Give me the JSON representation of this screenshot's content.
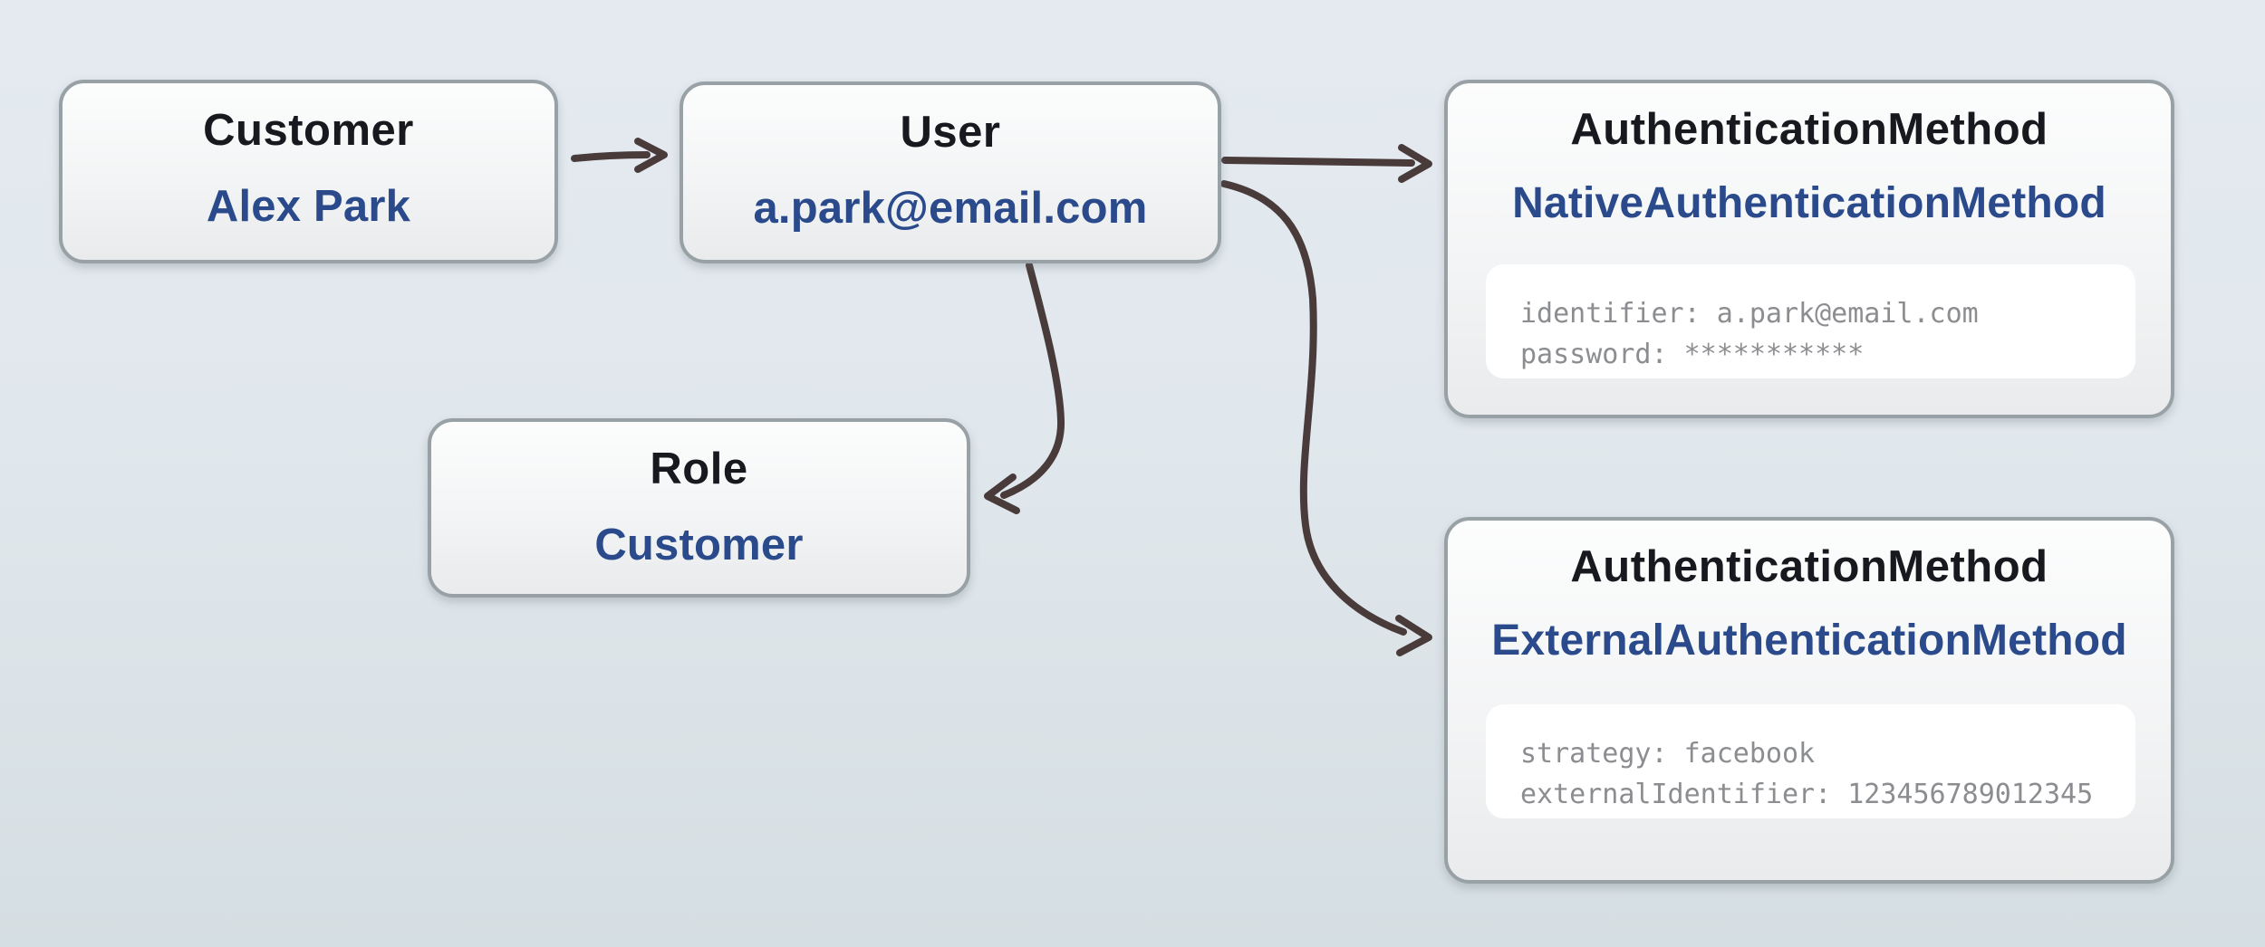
{
  "diagram": {
    "background_color": "#e3e9ee",
    "arrow_color": "#4a3b3b",
    "title_color": "#17191e",
    "value_color": "#2a4a8c",
    "attribute_color": "#8b8d90",
    "nodes": {
      "customer": {
        "title": "Customer",
        "value": "Alex Park"
      },
      "user": {
        "title": "User",
        "value": "a.park@email.com"
      },
      "role": {
        "title": "Role",
        "value": "Customer"
      },
      "native_auth": {
        "title": "AuthenticationMethod",
        "value": "NativeAuthenticationMethod",
        "attributes": [
          "identifier: a.park@email.com",
          "password: ***********"
        ]
      },
      "external_auth": {
        "title": "AuthenticationMethod",
        "value": "ExternalAuthenticationMethod",
        "attributes": [
          "strategy: facebook",
          "externalIdentifier: 123456789012345"
        ]
      }
    },
    "edges": [
      {
        "from": "customer",
        "to": "user"
      },
      {
        "from": "user",
        "to": "native_auth"
      },
      {
        "from": "user",
        "to": "role"
      },
      {
        "from": "user",
        "to": "external_auth"
      }
    ]
  }
}
